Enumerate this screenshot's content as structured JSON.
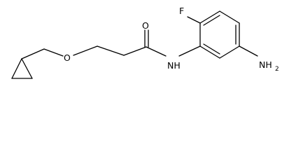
{
  "diagram": {
    "type": "chemical-structure",
    "atoms": {
      "oxygen_ether": "O",
      "oxygen_carbonyl": "O",
      "amide_nh": "NH",
      "fluorine": "F",
      "amine_n": "NH",
      "amine_subscript": "2"
    },
    "colors": {
      "bond": "#000000",
      "label": "#000000",
      "background": "#ffffff"
    }
  }
}
